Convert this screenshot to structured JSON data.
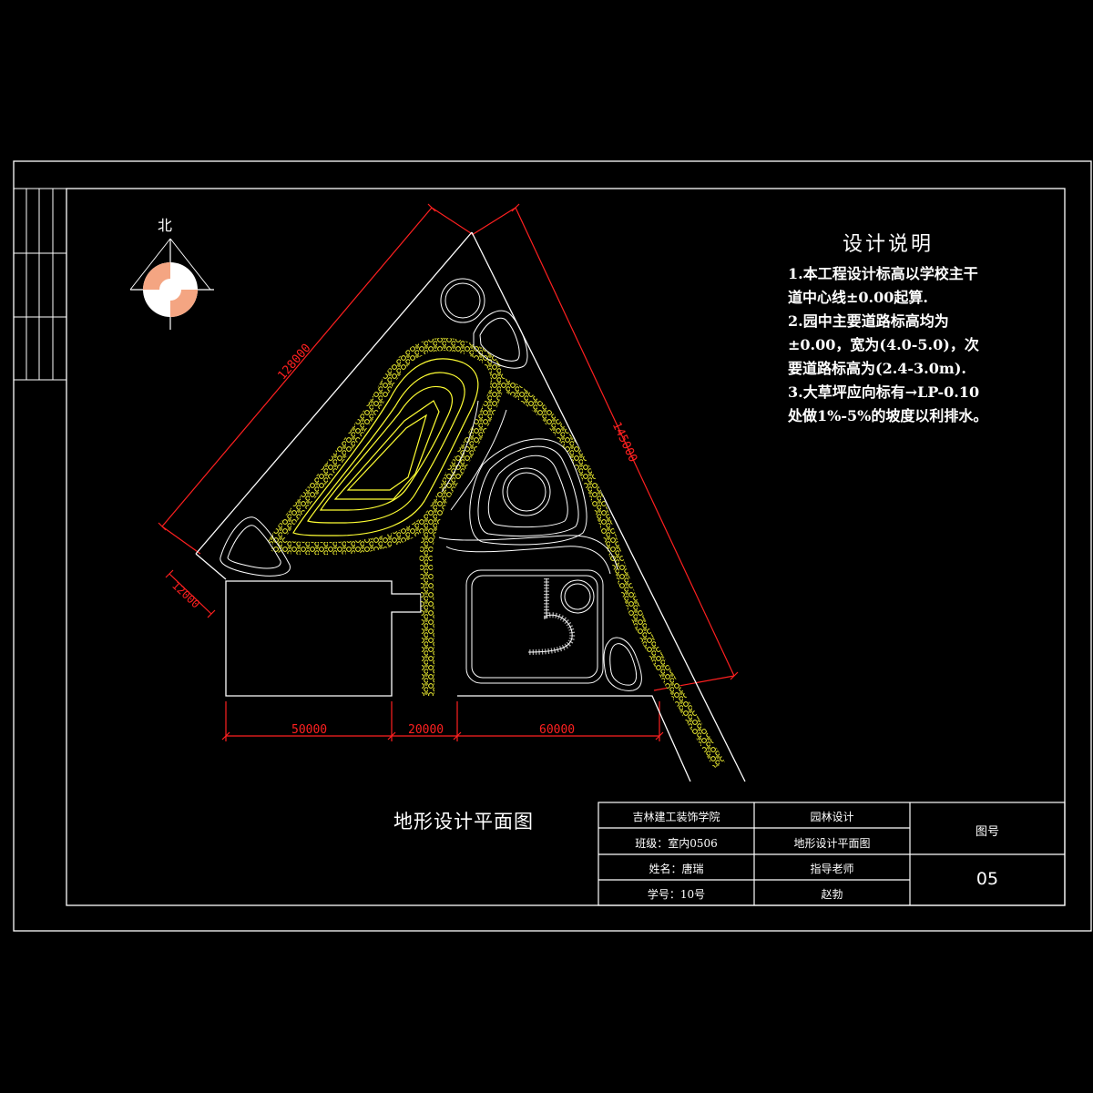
{
  "compass": {
    "north_label": "北"
  },
  "notes": {
    "title": "设计说明",
    "lines": [
      "1.本工程设计标高以学校主干",
      "道中心线±0.00起算.",
      "2.园中主要道路标高均为",
      "±0.00，宽为(4.0-5.0)，次",
      "要道路标高为(2.4-3.0m).",
      "3.大草坪应向标有→LP-0.10",
      "处做1%-5%的坡度以利排水。"
    ]
  },
  "dimensions": {
    "d1": "128000",
    "d2": "145000",
    "d3": "12000",
    "d4": "50000",
    "d5": "20000",
    "d6": "60000"
  },
  "plan_title": "地形设计平面图",
  "title_block": {
    "school": "吉林建工装饰学院",
    "course": "园林设计",
    "class_label": "班级：室内0506",
    "drawing_name": "地形设计平面图",
    "name_label": "姓名：唐瑞",
    "advisor_label": "指导老师",
    "number_label": "学号：10号",
    "advisor_name": "赵勃",
    "drawing_no_label": "图号",
    "drawing_no": "05"
  },
  "colors": {
    "background": "#000000",
    "lines": "#ffffff",
    "dimension": "#ff2020",
    "paving": "#ffff00",
    "compass_fill": "#f4a582"
  }
}
